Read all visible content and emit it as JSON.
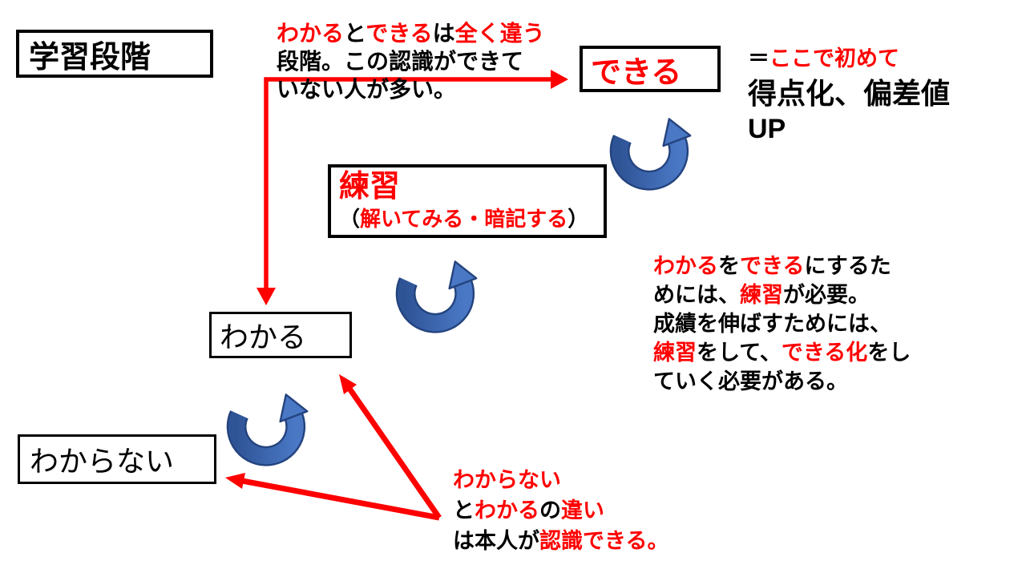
{
  "palette": {
    "red": "#ff0000",
    "black": "#000000",
    "background": "#ffffff",
    "box_border": "#000000",
    "arrow_blue_fill": "#4a78c5",
    "arrow_blue_dark": "#2f5496",
    "arrow_blue_outline": "#24437e"
  },
  "boxes": {
    "gakushu": {
      "label": "学習段階"
    },
    "dekiru": {
      "label": "できる"
    },
    "renshu": {
      "title": "練習",
      "sub": [
        {
          "t": "（",
          "c": "k"
        },
        {
          "t": "解いてみる・暗記する",
          "c": "r"
        },
        {
          "t": "）",
          "c": "k"
        }
      ]
    },
    "wakaru": {
      "label": "わかる"
    },
    "wakaranai": {
      "label": "わからない"
    }
  },
  "notes": {
    "top": {
      "line1": [
        {
          "t": "わかる",
          "c": "r"
        },
        {
          "t": "と",
          "c": "k"
        },
        {
          "t": "できる",
          "c": "r"
        },
        {
          "t": "は",
          "c": "k"
        },
        {
          "t": "全く違う",
          "c": "r"
        }
      ],
      "line2": [
        {
          "t": "段階。この認識ができて",
          "c": "k"
        }
      ],
      "line3": [
        {
          "t": "いない人が多い。",
          "c": "k"
        }
      ]
    },
    "score": {
      "line1": [
        {
          "t": "＝",
          "c": "k"
        },
        {
          "t": "ここで初めて",
          "c": "r"
        }
      ],
      "line2": [
        {
          "t": "得点化、偏差値",
          "c": "k"
        }
      ],
      "line3": [
        {
          "t": "UP",
          "c": "k"
        }
      ]
    },
    "practice": {
      "line1": [
        {
          "t": "わかる",
          "c": "r"
        },
        {
          "t": "を",
          "c": "k"
        },
        {
          "t": "できる",
          "c": "r"
        },
        {
          "t": "にするた",
          "c": "k"
        }
      ],
      "line2": [
        {
          "t": "めには、",
          "c": "k"
        },
        {
          "t": "練習",
          "c": "r"
        },
        {
          "t": "が必要。",
          "c": "k"
        }
      ],
      "line3": [
        {
          "t": "成績を伸ばすためには、",
          "c": "k"
        }
      ],
      "line4": [
        {
          "t": "練習",
          "c": "r"
        },
        {
          "t": "をして、",
          "c": "k"
        },
        {
          "t": "できる化",
          "c": "r"
        },
        {
          "t": "をし",
          "c": "k"
        }
      ],
      "line5": [
        {
          "t": "ていく必要がある。",
          "c": "k"
        }
      ]
    },
    "recognize": {
      "line1": [
        {
          "t": "わからない",
          "c": "r"
        }
      ],
      "line2": [
        {
          "t": "と",
          "c": "k"
        },
        {
          "t": "わかる",
          "c": "r"
        },
        {
          "t": "の",
          "c": "k"
        },
        {
          "t": "違い",
          "c": "r"
        }
      ],
      "line3": [
        {
          "t": "は本人が",
          "c": "k"
        },
        {
          "t": "認識できる。",
          "c": "r"
        }
      ]
    }
  },
  "icons": {
    "blue_curved_arrow": "curved-up-arrow",
    "red_elbow_arrow": "elbow-double-arrow",
    "red_straight_arrow": "straight-arrow"
  }
}
